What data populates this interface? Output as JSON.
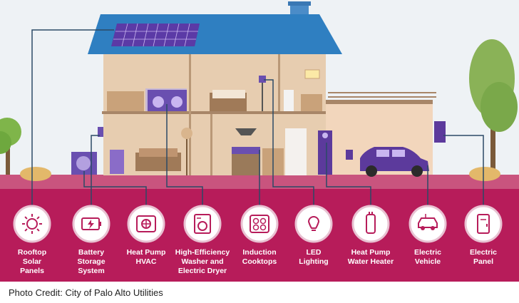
{
  "caption": "Photo Credit: City of Palo Alto Utilities",
  "colors": {
    "magenta_band": "#b71c5a",
    "ground": "#c9547e",
    "sky": "#eef2f5",
    "roof": "#2f7fc1",
    "solar": "#5b3aa6",
    "wall": "#e3c5a4",
    "accent": "#5c3a9c",
    "connector": "#2b4a66",
    "icon_ring": "#ffffff"
  },
  "items": [
    {
      "id": "solar",
      "icon": "sun-icon",
      "lines": [
        "Rooftop",
        "Solar",
        "Panels"
      ]
    },
    {
      "id": "battery",
      "icon": "battery-icon",
      "lines": [
        "Battery",
        "Storage",
        "System"
      ]
    },
    {
      "id": "hvac",
      "icon": "fan-icon",
      "lines": [
        "Heat Pump",
        "HVAC"
      ]
    },
    {
      "id": "washer",
      "icon": "washer-icon",
      "lines": [
        "High-Efficiency",
        "Washer and",
        "Electric Dryer"
      ]
    },
    {
      "id": "cooktop",
      "icon": "cooktop-icon",
      "lines": [
        "Induction",
        "Cooktops"
      ]
    },
    {
      "id": "led",
      "icon": "lightbulb-icon",
      "lines": [
        "LED",
        "Lighting"
      ]
    },
    {
      "id": "heater",
      "icon": "water-heater-icon",
      "lines": [
        "Heat Pump",
        "Water Heater"
      ]
    },
    {
      "id": "ev",
      "icon": "car-icon",
      "lines": [
        "Electric",
        "Vehicle"
      ]
    },
    {
      "id": "panel",
      "icon": "electric-panel-icon",
      "lines": [
        "Electric",
        "Panel"
      ]
    }
  ]
}
